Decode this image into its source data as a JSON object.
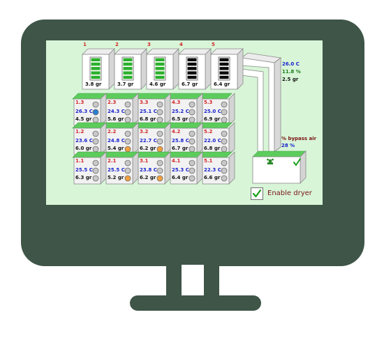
{
  "silos": [
    {
      "number": "1",
      "reading": "3.8 gr",
      "fill": "green"
    },
    {
      "number": "2",
      "reading": "3.7 gr",
      "fill": "green"
    },
    {
      "number": "3",
      "reading": "4.6 gr",
      "fill": "green"
    },
    {
      "number": "4",
      "reading": "6.7 gr",
      "fill": "black"
    },
    {
      "number": "5",
      "reading": "6.4 gr",
      "fill": "black"
    }
  ],
  "rows": [
    [
      {
        "id": "1.3",
        "temp": "26.3 C",
        "weight": "4.5 gr",
        "active": "blue"
      },
      {
        "id": "2.3",
        "temp": "24.3 C",
        "weight": "5.6 gr",
        "active": "none"
      },
      {
        "id": "3.3",
        "temp": "25.1 C",
        "weight": "6.8 gr",
        "active": "none"
      },
      {
        "id": "4.3",
        "temp": "25.2 C",
        "weight": "6.5 gr",
        "active": "none"
      },
      {
        "id": "5.3",
        "temp": "25.0 C",
        "weight": "6.9 gr",
        "active": "none"
      }
    ],
    [
      {
        "id": "1.2",
        "temp": "23.6 C",
        "weight": "6.0 gr",
        "active": "none"
      },
      {
        "id": "2.2",
        "temp": "24.8 C",
        "weight": "5.4 gr",
        "active": "orange"
      },
      {
        "id": "3.2",
        "temp": "22.7 C",
        "weight": "6.2 gr",
        "active": "orange"
      },
      {
        "id": "4.2",
        "temp": "25.8 C",
        "weight": "6.7 gr",
        "active": "none"
      },
      {
        "id": "5.2",
        "temp": "22.0 C",
        "weight": "6.8 gr",
        "active": "none"
      }
    ],
    [
      {
        "id": "1.1",
        "temp": "25.5 C",
        "weight": "6.3 gr",
        "active": "none"
      },
      {
        "id": "2.1",
        "temp": "25.5 C",
        "weight": "5.2 gr",
        "active": "orange"
      },
      {
        "id": "3.1",
        "temp": "23.8 C",
        "weight": "6.2 gr",
        "active": "orange"
      },
      {
        "id": "4.1",
        "temp": "25.3 C",
        "weight": "6.4 gr",
        "active": "none"
      },
      {
        "id": "5.1",
        "temp": "22.3 C",
        "weight": "6.6 gr",
        "active": "none"
      }
    ]
  ],
  "dryer": {
    "temp": "26.0 C",
    "humidity": "11.8 %",
    "weight": "2.5 gr",
    "bypass_label": "% bypass air",
    "bypass_value": "28 %"
  },
  "enable_dryer": {
    "label": "Enable dryer",
    "checked": true
  },
  "colors": {
    "frame": "#3e5548",
    "screen": "#d8f5d8",
    "panel_top": "#5ccc5c",
    "label_red": "#d22626",
    "temp_blue": "#1a22cc",
    "weight_dark": "#111111",
    "humidity_green": "#1d7d1d",
    "enable_label": "#7a1414",
    "indicator_idle": "#c8c8c8",
    "indicator_blue": "#2c7fcf",
    "indicator_orange": "#f0a040",
    "fill_green": "#2bb02b",
    "fill_black": "#0a0a0a"
  },
  "icons": {
    "dryer_fan": "fan-icon",
    "dryer_status": "check-icon",
    "enable_checkbox": "checkmark-icon"
  }
}
